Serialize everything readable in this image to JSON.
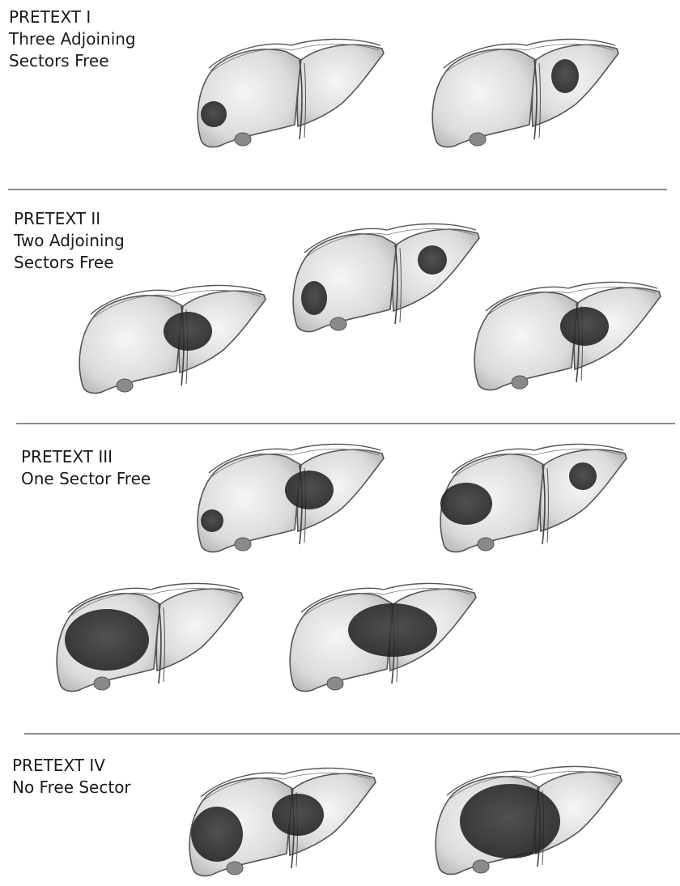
{
  "sections": [
    {
      "id": "I",
      "title": "PRETEXT  I",
      "subtitle_lines": [
        "Three Adjoining",
        "Sectors Free"
      ]
    },
    {
      "id": "II",
      "title": "PRETEXT  II",
      "subtitle_lines": [
        "Two Adjoining",
        "Sectors Free"
      ]
    },
    {
      "id": "III",
      "title": "PRETEXT  III",
      "subtitle_lines": [
        "One Sector Free"
      ]
    },
    {
      "id": "IV",
      "title": "PRETEXT  IV",
      "subtitle_lines": [
        "No Free Sector"
      ]
    }
  ]
}
